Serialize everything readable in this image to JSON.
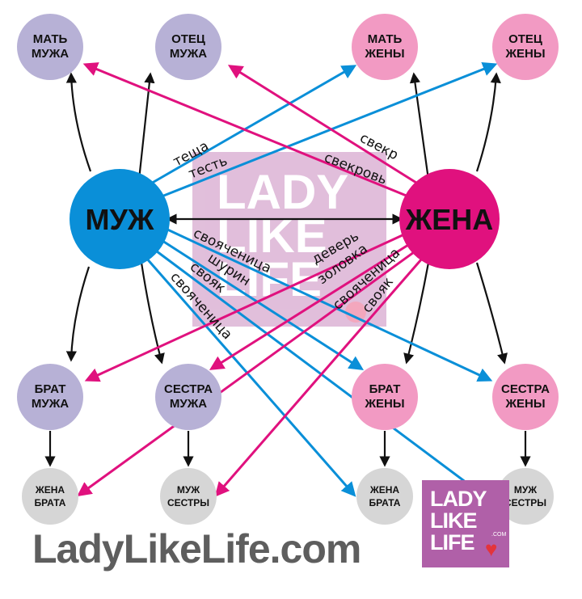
{
  "watermark": {
    "lines": [
      "LADY",
      "LIKE",
      "LIFE"
    ]
  },
  "nodes": {
    "muzh": {
      "label": "МУЖ",
      "color": "#0a8fd8"
    },
    "zhena": {
      "label": "ЖЕНА",
      "color": "#e0117e"
    },
    "mat_muzha": {
      "lines": [
        "МАТЬ",
        "МУЖА"
      ],
      "color": "#b7b1d6"
    },
    "otec_muzha": {
      "lines": [
        "ОТЕЦ",
        "МУЖА"
      ],
      "color": "#b7b1d6"
    },
    "mat_zheny": {
      "lines": [
        "МАТЬ",
        "ЖЕНЫ"
      ],
      "color": "#f29ac3"
    },
    "otec_zheny": {
      "lines": [
        "ОТЕЦ",
        "ЖЕНЫ"
      ],
      "color": "#f29ac3"
    },
    "brat_muzha": {
      "lines": [
        "БРАТ",
        "МУЖА"
      ],
      "color": "#b7b1d6"
    },
    "sestra_muzha": {
      "lines": [
        "СЕСТРА",
        "МУЖА"
      ],
      "color": "#b7b1d6"
    },
    "brat_zheny": {
      "lines": [
        "БРАТ",
        "ЖЕНЫ"
      ],
      "color": "#f29ac3"
    },
    "sestra_zheny": {
      "lines": [
        "СЕСТРА",
        "ЖЕНЫ"
      ],
      "color": "#f29ac3"
    },
    "zhena_brata": {
      "lines": [
        "ЖЕНА",
        "БРАТА"
      ],
      "color": "#d6d6d6"
    },
    "muzh_sestry_1": {
      "lines": [
        "МУЖ",
        "СЕСТРЫ"
      ],
      "color": "#d6d6d6"
    },
    "zhena_brata_2": {
      "lines": [
        "ЖЕНА",
        "БРАТА"
      ],
      "color": "#d6d6d6"
    },
    "muzh_sestry_2": {
      "lines": [
        "МУЖ",
        "СЕСТРЫ"
      ],
      "color": "#d6d6d6"
    }
  },
  "relations": {
    "teshcha": "теща",
    "test": "тесть",
    "svekr": "свекр",
    "svekrov": "свекровь",
    "svoyachnitsa_top": "свояченица",
    "shurin": "шурин",
    "svoyak_left": "свояк",
    "svoyachnitsa_left": "свояченица",
    "dever": "деверь",
    "zolovka": "золовка",
    "svoyachnitsa_right": "свояченица",
    "svoyak_right": "свояк"
  },
  "colors": {
    "blue_arrow": "#0a8fd8",
    "pink_arrow": "#e0117e",
    "black_arrow": "#111111"
  },
  "footer": {
    "site": "LadyLikeLife.com"
  },
  "logo": {
    "lines": [
      "LADY",
      "LIKE",
      "LIFE"
    ],
    "com": ".COM"
  }
}
